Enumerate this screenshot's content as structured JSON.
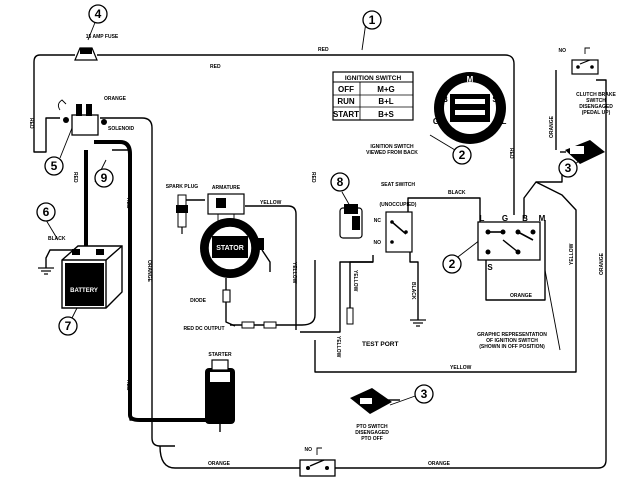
{
  "labels": {
    "fuse": "15 AMP FUSE",
    "solenoid": "SOLENOID",
    "spark_plug": "SPARK PLUG",
    "armature": "ARMATURE",
    "stator": "STATOR",
    "diode": "DIODE",
    "red_dc_output": "RED DC OUTPUT",
    "starter": "STARTER",
    "battery": "BATTERY",
    "seat_switch": "SEAT SWITCH",
    "seat_switch_state": "(UNOCCUPIED)",
    "ignition_viewed": "IGNITION SWITCH VIEWED FROM BACK",
    "graphic_rep": "GRAPHIC REPRESENTATION OF IGNITION SWITCH (SHOWN IN OFF POSITION)",
    "test_port": "TEST PORT",
    "pto_switch": "PTO SWITCH DISENGAGED PTO OFF",
    "clutch_switch": "CLUTCH BRAKE SWITCH DISENGAGED (PEDAL UP)",
    "no": "NO",
    "nc": "NC"
  },
  "wire_colors": {
    "red": "RED",
    "orange": "ORANGE",
    "black": "BLACK",
    "yellow": "YELLOW"
  },
  "terminals": {
    "L": "L",
    "G": "G",
    "B": "B",
    "M": "M",
    "S": "S"
  },
  "ignition_table": {
    "title": "IGNITION SWITCH",
    "rows": [
      {
        "pos": "OFF",
        "conn": "M+G"
      },
      {
        "pos": "RUN",
        "conn": "B+L"
      },
      {
        "pos": "START",
        "conn": "B+S"
      }
    ]
  },
  "callouts": {
    "c1": "1",
    "c2a": "2",
    "c2b": "2",
    "c3a": "3",
    "c3b": "3",
    "c4": "4",
    "c5": "5",
    "c6": "6",
    "c7": "7",
    "c8": "8",
    "c9": "9"
  }
}
